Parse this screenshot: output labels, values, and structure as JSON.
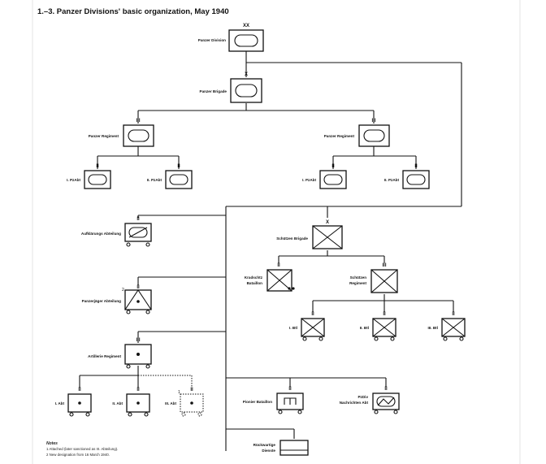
{
  "title": "1.–3. Panzer Divisions' basic organization, May 1940",
  "units": {
    "panzer_division": {
      "label": "Panzer Division",
      "echelon": "XX"
    },
    "panzer_brigade": {
      "label": "Panzer Brigade",
      "echelon": "X"
    },
    "panzer_regiment_left": {
      "label": "Panzer Regiment",
      "echelon": "III"
    },
    "panzer_regiment_right": {
      "label": "Panzer Regiment",
      "echelon": "III"
    },
    "pzabt_1_left": {
      "label": "I. PzAbt",
      "echelon": "II"
    },
    "pzabt_2_left": {
      "label": "II. PzAbt",
      "echelon": "II"
    },
    "pzabt_1_right": {
      "label": "I. PzAbt",
      "echelon": "II"
    },
    "pzabt_2_right": {
      "label": "II. PzAbt",
      "echelon": "II"
    },
    "aufklaerung": {
      "label": "Aufklärungs Abteilung",
      "echelon": "II"
    },
    "panzerjaeger": {
      "label": "Panzerjäger Abteilung",
      "echelon": "II",
      "note_mark": "2"
    },
    "artillerie": {
      "label": "Artillerie Regiment",
      "echelon": "III"
    },
    "art_1": {
      "label": "I. Abt",
      "echelon": "II"
    },
    "art_2": {
      "label": "II. Abt",
      "echelon": "II"
    },
    "art_3": {
      "label": "III. Abt",
      "echelon": "II",
      "note_mark": "1"
    },
    "schuetzen_brigade": {
      "label": "Schützen Brigade",
      "echelon": "X"
    },
    "kradschtz": {
      "label_line1": "Kradschtz",
      "label_line2": "Bataillon",
      "echelon": "II"
    },
    "schuetzen_regiment": {
      "label_line1": "Schützen",
      "label_line2": "Regiment",
      "echelon": "III"
    },
    "btl_1": {
      "label": "I. Btl",
      "echelon": "II"
    },
    "btl_2": {
      "label": "II. Btl",
      "echelon": "II"
    },
    "btl_3": {
      "label": "III. Btl",
      "echelon": "II"
    },
    "pionier": {
      "label": "Pionier Bataillon",
      "echelon": "II"
    },
    "nachrichten": {
      "label_line1": "PzDiv",
      "label_line2": "Nachrichten Abt",
      "echelon": "II"
    },
    "rueckwaertige": {
      "label_line1": "Rückwartige",
      "label_line2": "Dienste"
    }
  },
  "notes": {
    "heading": "Notes",
    "line1": "1 Attached (later sanctioned as III. Abteilung).",
    "line2": "2 New designation from 16 March 1940."
  }
}
